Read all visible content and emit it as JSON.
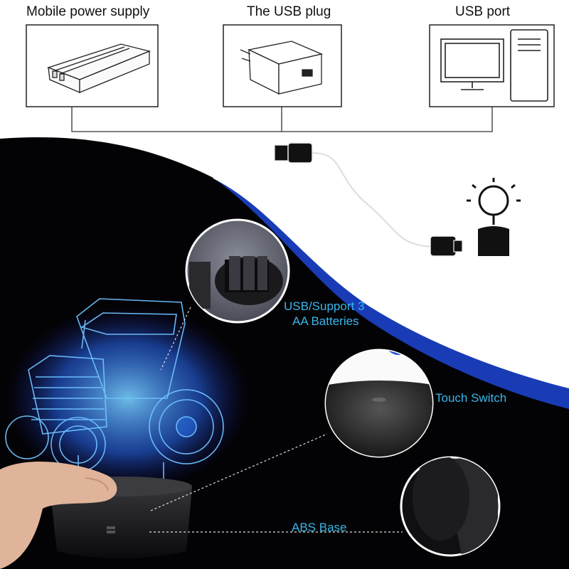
{
  "sources": {
    "mobile_power_supply": "Mobile power supply",
    "usb_plug": "The USB plug",
    "usb_port": "USB port"
  },
  "callouts": {
    "batteries_line1": "USB/Support 3",
    "batteries_line2": "AA Batteries",
    "touch_switch": "Touch Switch",
    "abs_base": "ABS Base"
  },
  "colors": {
    "background_dark": "#030306",
    "accent_blue": "#1a4fd6",
    "caption_blue": "#39b7e8",
    "lamp_glow": "#3a9cff"
  },
  "icons": [
    "power-bank-icon",
    "usb-wall-plug-icon",
    "computer-monitor-icon",
    "pc-tower-icon",
    "usb-connector-icon",
    "lamp-light-icon"
  ]
}
